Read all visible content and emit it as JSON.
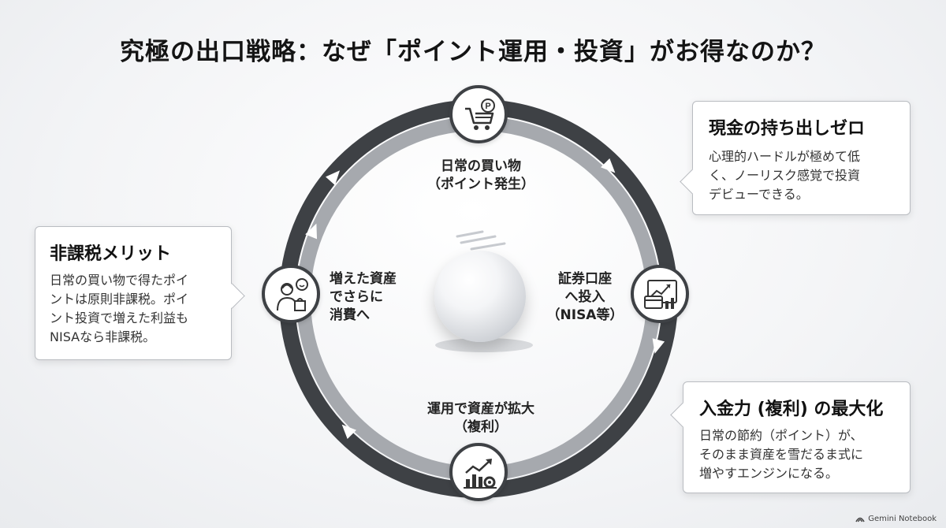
{
  "title": "究極の出口戦略：なぜ「ポイント運用・投資」がお得なのか？",
  "cycle": {
    "steps": {
      "top": [
        "日常の買い物",
        "（ポイント発生）"
      ],
      "right": [
        "証券口座",
        "へ投入",
        "（NISA等）"
      ],
      "bottom": [
        "運用で資産が拡大",
        "（複利）"
      ],
      "left": [
        "増えた資産",
        "でさらに",
        "消費へ"
      ]
    },
    "icons": {
      "top": "shopping-cart-point-icon",
      "right": "card-chart-icon",
      "bottom": "growth-chart-gear-icon",
      "left": "happy-shopper-icon",
      "center": "snowball-icon"
    }
  },
  "callouts": {
    "cash": {
      "title": "現金の持ち出しゼロ",
      "lines": [
        "心理的ハードルが極めて低",
        "く、ノーリスク感覚で投資",
        "デビューできる。"
      ]
    },
    "tax": {
      "title": "非課税メリット",
      "lines": [
        "日常の買い物で得たポイ",
        "ントは原則非課税。ポイ",
        "ント投資で増えた利益も",
        "NISAなら非課税。"
      ]
    },
    "compound": {
      "title": "入金力 (複利) の最大化",
      "lines": [
        "日常の節約（ポイント）が、",
        "そのまま資産を雪だるま式に",
        "増やすエンジンになる。"
      ]
    }
  },
  "brand": "Gemini Notebook",
  "colors": {
    "ring_outer": "#3e4145",
    "ring_inner": "#a6a9ae",
    "arrow": "#ffffff"
  }
}
